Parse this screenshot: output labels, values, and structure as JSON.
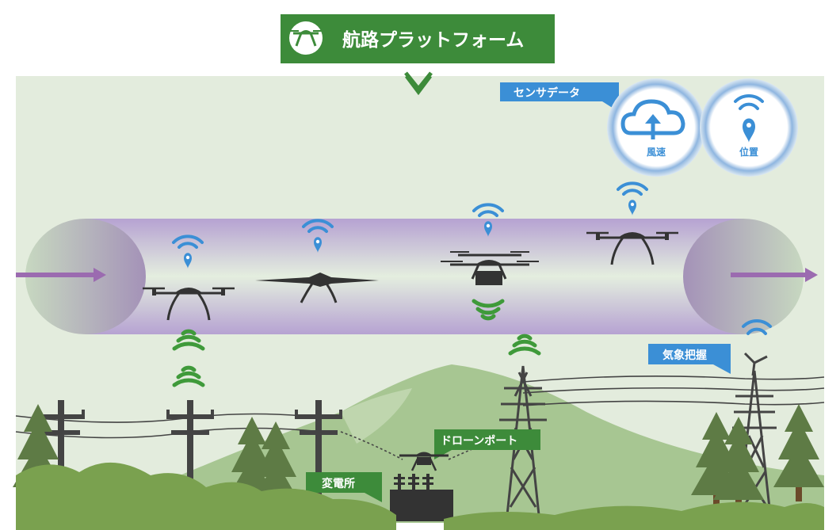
{
  "header": {
    "title": "航路プラットフォーム",
    "icon": "drone-icon"
  },
  "labels": {
    "sensor_data": "センサデータ",
    "weather": "気象把握",
    "drone_port": "ドローンポート",
    "substation": "変電所"
  },
  "sensors": [
    {
      "label": "風速",
      "icon": "cloud-upload-icon"
    },
    {
      "label": "位置",
      "icon": "location-signal-icon"
    }
  ],
  "colors": {
    "header_green": "#3d8b3a",
    "sky_bg": "#e2ecdc",
    "tunnel_purple": "#b9a9d4",
    "arrow_purple": "#9b6bb0",
    "signal_blue": "#3b8fd6",
    "signal_green": "#3f9a3a",
    "label_blue": "#3b8fd6",
    "mountain_green": "#9ebf87",
    "tree_green": "#5e7b45",
    "ground_green": "#7aa14f"
  }
}
